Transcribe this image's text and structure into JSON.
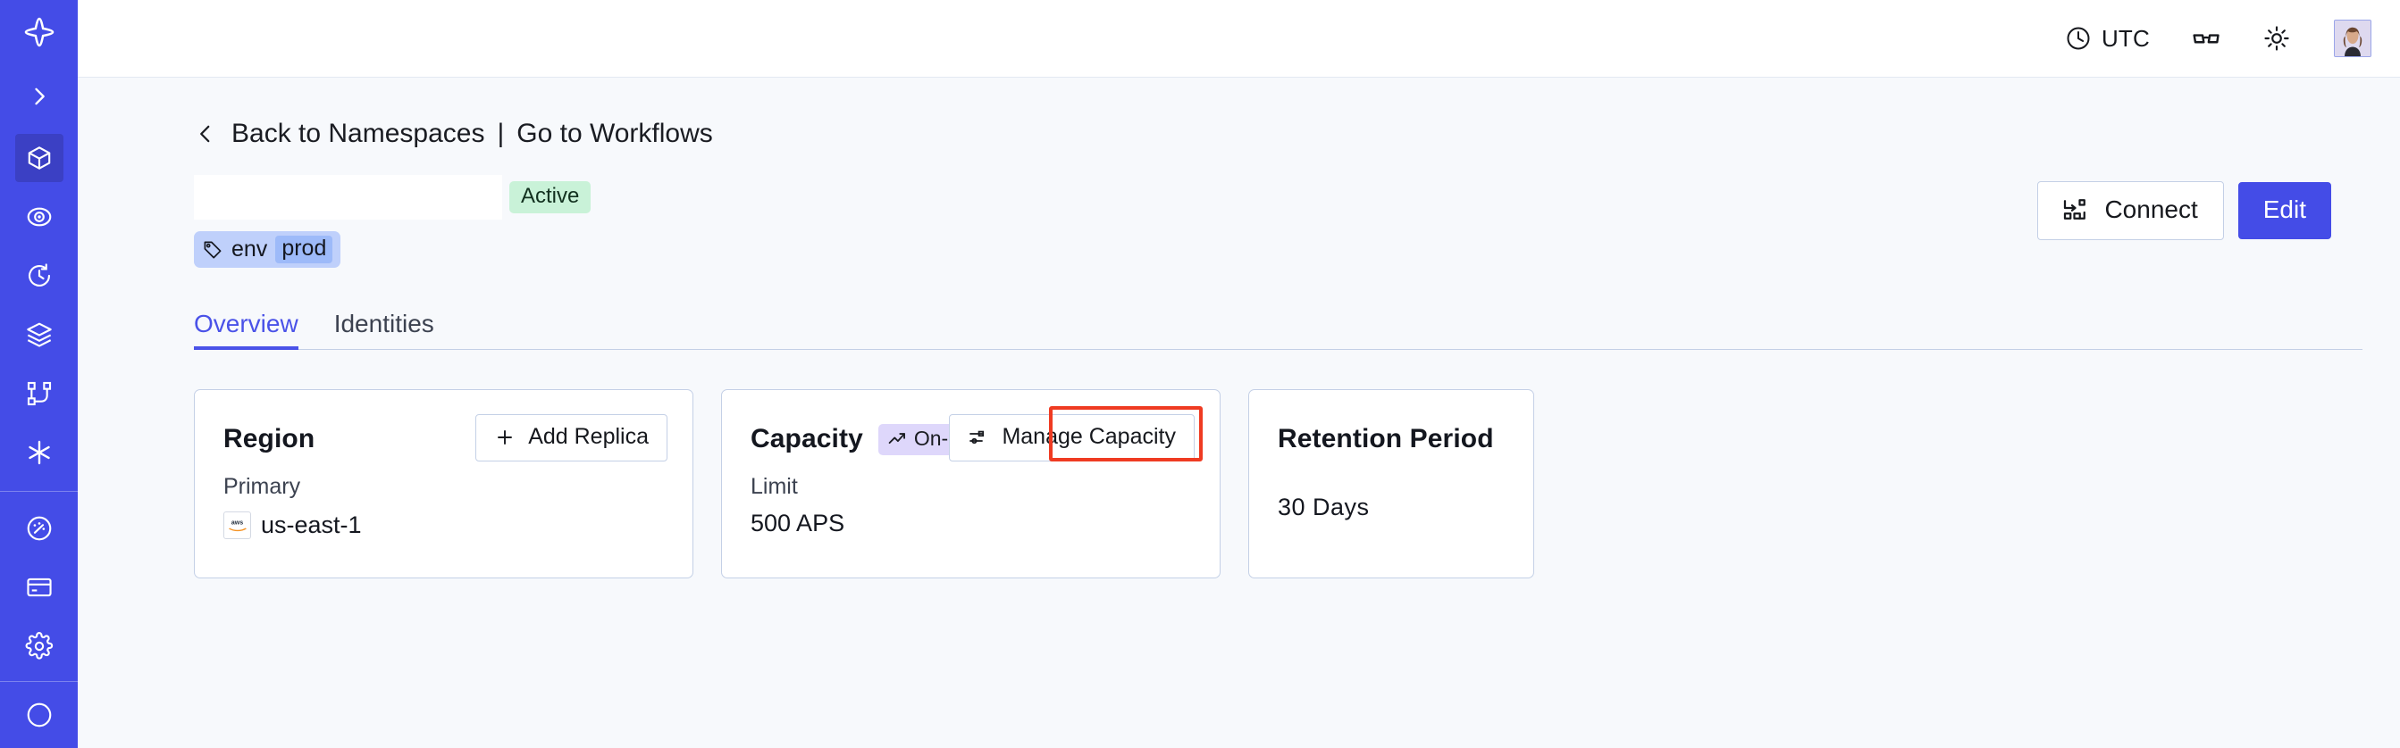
{
  "sidebar": {
    "logo_icon": "temporal-logo-icon",
    "collapse_icon": "chevron-right-icon",
    "items": [
      {
        "name": "namespaces",
        "icon": "cube-icon",
        "active": true
      },
      {
        "name": "observability",
        "icon": "eye-icon",
        "active": false
      },
      {
        "name": "schedules",
        "icon": "clock-rewind-icon",
        "active": false
      },
      {
        "name": "layers",
        "icon": "layers-icon",
        "active": false
      },
      {
        "name": "workflows",
        "icon": "workflow-nodes-icon",
        "active": false
      },
      {
        "name": "nexus",
        "icon": "asterisk-icon",
        "active": false
      }
    ],
    "items_secondary": [
      {
        "name": "usage",
        "icon": "gauge-icon",
        "active": false
      },
      {
        "name": "billing",
        "icon": "credit-card-icon",
        "active": false
      },
      {
        "name": "settings",
        "icon": "gear-icon",
        "active": false
      }
    ]
  },
  "topbar": {
    "timezone_label": "UTC",
    "timezone_icon": "clock-icon",
    "glasses_icon": "glasses-icon",
    "theme_icon": "sun-icon",
    "avatar_icon": "user-avatar"
  },
  "breadcrumb": {
    "back_icon": "chevron-left-icon",
    "back_label": "Back to Namespaces",
    "divider": "|",
    "workflows_label": "Go to Workflows"
  },
  "namespace": {
    "name": "",
    "status_badge": "Active",
    "tag": {
      "icon": "tag-icon",
      "key": "env",
      "value": "prod"
    }
  },
  "actions": {
    "connect_label": "Connect",
    "connect_icon": "connect-icon",
    "edit_label": "Edit"
  },
  "tabs": [
    {
      "label": "Overview",
      "active": true
    },
    {
      "label": "Identities",
      "active": false
    }
  ],
  "cards": {
    "region": {
      "title": "Region",
      "button_label": "Add Replica",
      "button_icon": "plus-icon",
      "sub_label": "Primary",
      "provider_icon": "aws-logo",
      "value": "us-east-1"
    },
    "capacity": {
      "title": "Capacity",
      "badge_label": "On-Demand",
      "badge_icon": "trend-up-icon",
      "button_label": "Manage Capacity",
      "button_icon": "sliders-icon",
      "sub_label": "Limit",
      "value": "500 APS",
      "highlighted": true
    },
    "retention": {
      "title": "Retention Period",
      "value": "30 Days"
    }
  },
  "colors": {
    "brand": "#444ce7",
    "sidebar_bg": "#444ce7",
    "sidebar_active": "#3b40c4",
    "page_bg": "#f7f9fc",
    "card_border": "#c4d0e6",
    "tab_active": "#4a52e8",
    "badge_active_bg": "#c9f2d8",
    "badge_ondemand_bg": "#ded7fb",
    "tag_bg": "#bfd0fb",
    "tag_value_bg": "#9dbaf9",
    "highlight_ring": "#ef3b22"
  }
}
